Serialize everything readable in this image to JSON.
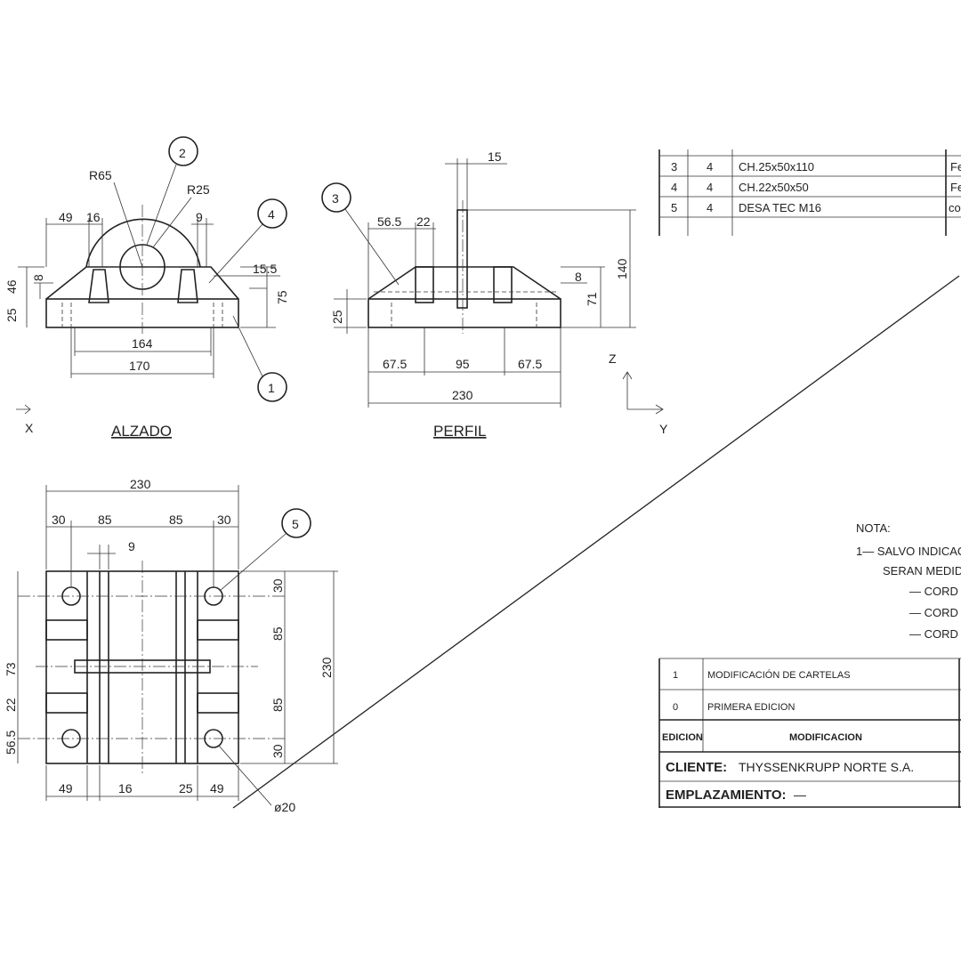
{
  "views": {
    "alzado": {
      "title": "ALZADO",
      "axis_label": "X",
      "dims": {
        "r65": "R65",
        "r25": "R25",
        "d49": "49",
        "d16": "16",
        "d9": "9",
        "d15_5": "15.5",
        "d46": "46",
        "d8": "8",
        "d25": "25",
        "d75": "75",
        "d164": "164",
        "d170": "170"
      },
      "balloons": {
        "b1": "1",
        "b2": "2",
        "b4": "4"
      }
    },
    "perfil": {
      "title": "PERFIL",
      "dims": {
        "d15": "15",
        "d56_5": "56.5",
        "d22": "22",
        "d140": "140",
        "d8": "8",
        "d71": "71",
        "d25": "25",
        "d67_5a": "67.5",
        "d95": "95",
        "d67_5b": "67.5",
        "d230": "230"
      },
      "balloons": {
        "b3": "3"
      }
    },
    "axes": {
      "z": "Z",
      "y": "Y"
    },
    "planta": {
      "dims": {
        "d230top": "230",
        "d30a": "30",
        "d85a": "85",
        "d85b": "85",
        "d30b": "30",
        "d9": "9",
        "r30a": "30",
        "r85a": "85",
        "r85b": "85",
        "r30b": "30",
        "r230": "230",
        "l73": "73",
        "l22": "22",
        "l56_5": "56.5",
        "b49a": "49",
        "b16": "16",
        "b25": "25",
        "b49b": "49",
        "phi20": "ø20"
      },
      "balloons": {
        "b5": "5"
      }
    }
  },
  "parts_table": {
    "rows": [
      {
        "mark": "3",
        "qty": "4",
        "desc": "CH.25x50x110",
        "mat": "Fe"
      },
      {
        "mark": "4",
        "qty": "4",
        "desc": "CH.22x50x50",
        "mat": "Fe"
      },
      {
        "mark": "5",
        "qty": "4",
        "desc": "DESA TEC M16",
        "mat": "co"
      }
    ]
  },
  "notes": {
    "title": "NOTA:",
    "lines": [
      "1— SALVO INDICAC",
      "SERAN MEDID",
      "— CORD",
      "— CORD",
      "— CORD"
    ]
  },
  "revisions": {
    "rows": [
      {
        "edition": "1",
        "modification": "MODIFICACIÓN DE CARTELAS"
      },
      {
        "edition": "0",
        "modification": "PRIMERA EDICION"
      }
    ],
    "header": {
      "edition": "EDICION",
      "modification": "MODIFICACION"
    }
  },
  "title_block": {
    "client_label": "CLIENTE:",
    "client_value": "THYSSENKRUPP NORTE S.A.",
    "location_label": "EMPLAZAMIENTO:",
    "location_value": "—"
  }
}
